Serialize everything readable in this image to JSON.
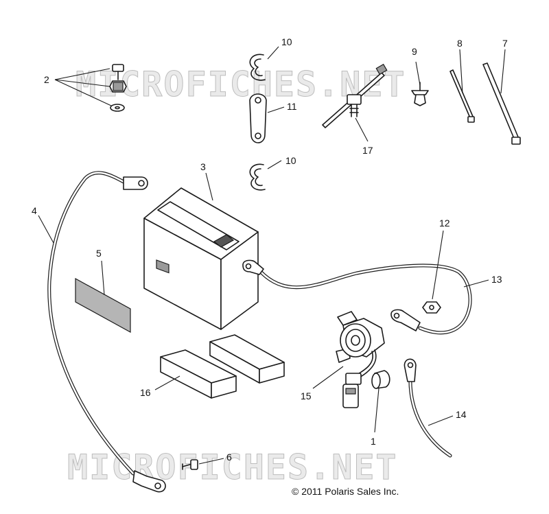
{
  "watermark_text": "MICROFICHES.NET",
  "copyright": "© 2011 Polaris Sales Inc.",
  "callouts": {
    "c1": "1",
    "c2": "2",
    "c3": "3",
    "c4": "4",
    "c5": "5",
    "c6": "6",
    "c7": "7",
    "c8": "8",
    "c9": "9",
    "c10a": "10",
    "c10b": "10",
    "c11": "11",
    "c12": "12",
    "c13": "13",
    "c14": "14",
    "c15": "15",
    "c16": "16",
    "c17": "17"
  }
}
